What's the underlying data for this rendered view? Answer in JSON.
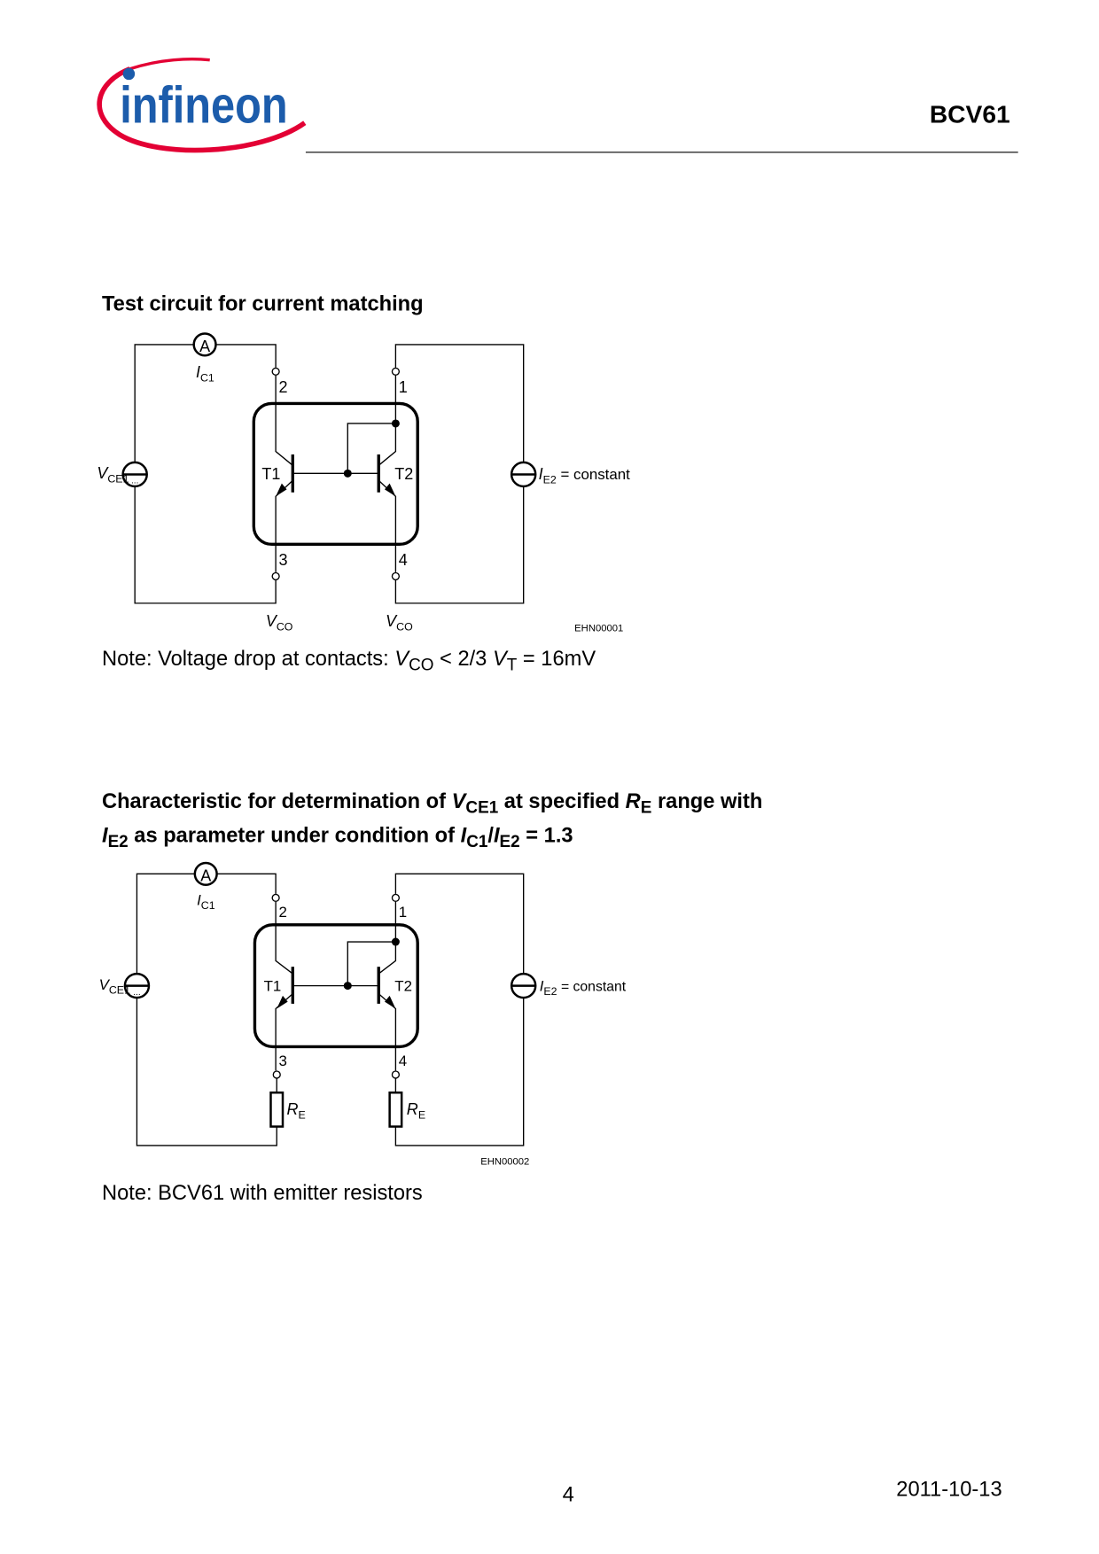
{
  "header": {
    "logo_text": "infineon",
    "product": "BCV61",
    "brand_colors": {
      "red": "#e30034",
      "blue": "#1c5cab"
    }
  },
  "section1": {
    "title": "Test circuit for current matching",
    "circuit": {
      "ammeter": "A",
      "ic1": {
        "m": "I",
        "s": "C1"
      },
      "pins": [
        "2",
        "1",
        "3",
        "4"
      ],
      "t1": "T1",
      "t2": "T2",
      "vce1": {
        "m": "V",
        "s": "CE1"
      },
      "ie2": {
        "m": "I",
        "s": "E2",
        "rest": " = constant"
      },
      "vco": {
        "m": "V",
        "s": "CO"
      },
      "figure_id": "EHN00001"
    },
    "note": {
      "prefix": "Note: Voltage drop at contacts: ",
      "v1": "V",
      "s1": "CO",
      "mid": " < 2/3 ",
      "v2": "V",
      "s2": "T",
      "end": " = 16mV"
    }
  },
  "section2": {
    "title": {
      "l1a": "Characteristic for determination of ",
      "v1": "V",
      "s1": "CE1",
      "l1b": " at specified ",
      "v2": "R",
      "s2": "E",
      "l1c": " range with",
      "v3": "I",
      "s3": "E2",
      "l2a": " as parameter under condition of ",
      "v4": "I",
      "s4": "C1",
      "slash": "/",
      "v5": "I",
      "s5": "E2",
      "l2b": " = 1.3"
    },
    "circuit": {
      "ammeter": "A",
      "ic1": {
        "m": "I",
        "s": "C1"
      },
      "pins": [
        "2",
        "1",
        "3",
        "4"
      ],
      "t1": "T1",
      "t2": "T2",
      "vce1": {
        "m": "V",
        "s": "CE1"
      },
      "ie2": {
        "m": "I",
        "s": "E2",
        "rest": " = constant"
      },
      "re": {
        "m": "R",
        "s": "E"
      },
      "figure_id": "EHN00002"
    },
    "note": "Note: BCV61 with emitter resistors"
  },
  "footer": {
    "page": "4",
    "date": "2011-10-13"
  }
}
